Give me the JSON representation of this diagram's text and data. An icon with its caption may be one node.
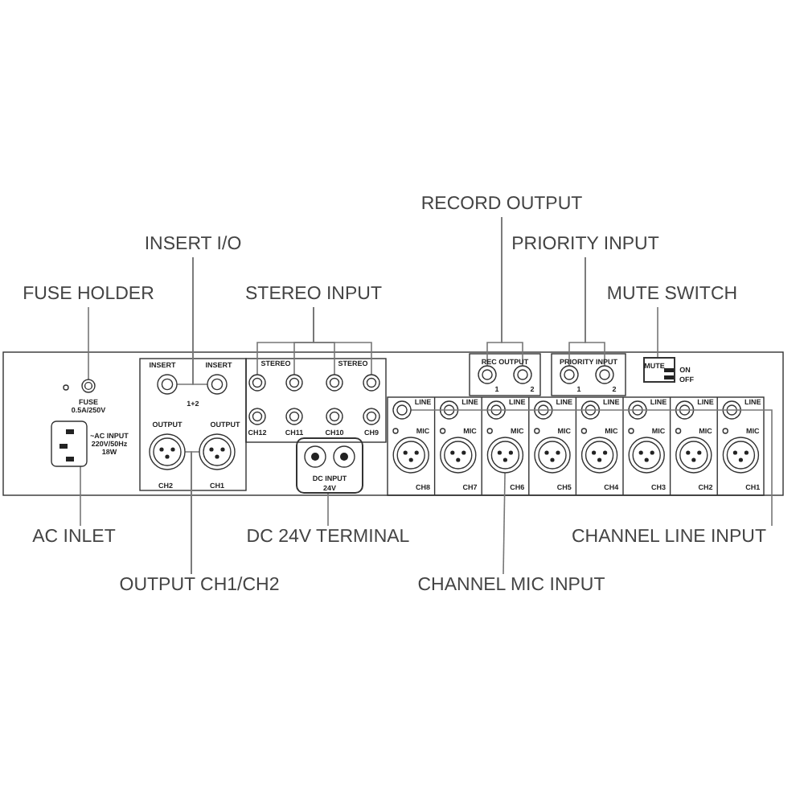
{
  "diagram": {
    "nodes": [
      {
        "text": [
          "RECORD OUTPUT"
        ]
      },
      {
        "text": [
          "INSERT I/O"
        ]
      },
      {
        "text": [
          "PRIORITY INPUT"
        ]
      },
      {
        "text": [
          "FUSE HOLDER"
        ]
      },
      {
        "text": [
          "STEREO INPUT"
        ]
      },
      {
        "text": [
          "MUTE SWITCH"
        ]
      },
      {
        "text": [
          "AC INLET"
        ]
      },
      {
        "text": [
          "DC 24V TERMINAL"
        ]
      },
      {
        "text": [
          "CHANNEL LINE INPUT"
        ]
      },
      {
        "text": [
          "OUTPUT CH1/CH2"
        ]
      },
      {
        "text": [
          "CHANNEL MIC INPUT"
        ]
      },
      {
        "text": [],
        "shape": "circle"
      },
      {
        "text": [],
        "shape": "box"
      },
      {
        "text": [],
        "shape": "circle"
      },
      {
        "text": [],
        "shape": "circle"
      },
      {
        "text": [],
        "shape": "circle"
      },
      {
        "text": [],
        "shape": "circle"
      },
      {
        "text": [],
        "shape": "circle"
      },
      {
        "text": [],
        "shape": "circle"
      },
      {
        "text": [],
        "shape": "circle"
      },
      {
        "text": [],
        "shape": "circle"
      },
      {
        "text": [
          "DC INPUT",
          "24V"
        ]
      },
      {
        "text": [],
        "shape": "circle"
      },
      {
        "text": [],
        "shape": "circle"
      },
      {
        "text": [],
        "shape": "circle"
      },
      {
        "text": [],
        "shape": "circle"
      },
      {
        "text": [],
        "shape": "circle"
      },
      {
        "text": [
          "MUTE"
        ]
      },
      {
        "text": [],
        "shape": "circle"
      }
    ],
    "edges": [
      {
        "from": 0,
        "to": 23,
        "arrow": "none"
      },
      {
        "from": 0,
        "to": 24,
        "arrow": "none"
      },
      {
        "from": 1,
        "to": 13,
        "arrow": "none"
      },
      {
        "from": 1,
        "to": 14,
        "arrow": "none"
      },
      {
        "from": 2,
        "to": 25,
        "arrow": "none"
      },
      {
        "from": 2,
        "to": 26,
        "arrow": "none"
      },
      {
        "from": 3,
        "to": 11,
        "arrow": "none"
      },
      {
        "from": 4,
        "to": 17,
        "arrow": "none"
      },
      {
        "from": 4,
        "to": 18,
        "arrow": "none"
      },
      {
        "from": 4,
        "to": 19,
        "arrow": "none"
      },
      {
        "from": 4,
        "to": 20,
        "arrow": "none"
      },
      {
        "from": 5,
        "to": 27,
        "arrow": "none"
      },
      {
        "from": 6,
        "to": 12,
        "arrow": "none"
      },
      {
        "from": 7,
        "to": 21,
        "arrow": "none"
      },
      {
        "from": 8,
        "to": 28,
        "arrow": "none"
      },
      {
        "from": 9,
        "to": 15,
        "arrow": "none"
      },
      {
        "from": 9,
        "to": 16,
        "arrow": "none"
      },
      {
        "from": 10,
        "to": 22,
        "arrow": "none"
      }
    ],
    "labels": [
      "INSERT",
      "INSERT",
      "STEREO",
      "STEREO",
      "REC OUTPUT",
      "PRIORITY INPUT",
      "ON",
      "OFF",
      "1",
      "2",
      "1",
      "2",
      "FUSE",
      "1+2",
      "LINE",
      "LINE",
      "LINE",
      "LINE",
      "LINE",
      "LINE",
      "LINE",
      "LINE",
      "0.5A/250V",
      "OUTPUT",
      "OUTPUT",
      "MIC",
      "MIC",
      "MIC",
      "MIC",
      "MIC",
      "MIC",
      "MIC",
      "MIC",
      "~AC INPUT",
      "CH12",
      "CH11",
      "CH10",
      "CH9",
      "220V/50Hz",
      "18W",
      "CH2",
      "CH1",
      "CH8",
      "CH7",
      "CH6",
      "CH5",
      "CH4",
      "CH3",
      "CH2",
      "CH1"
    ]
  }
}
